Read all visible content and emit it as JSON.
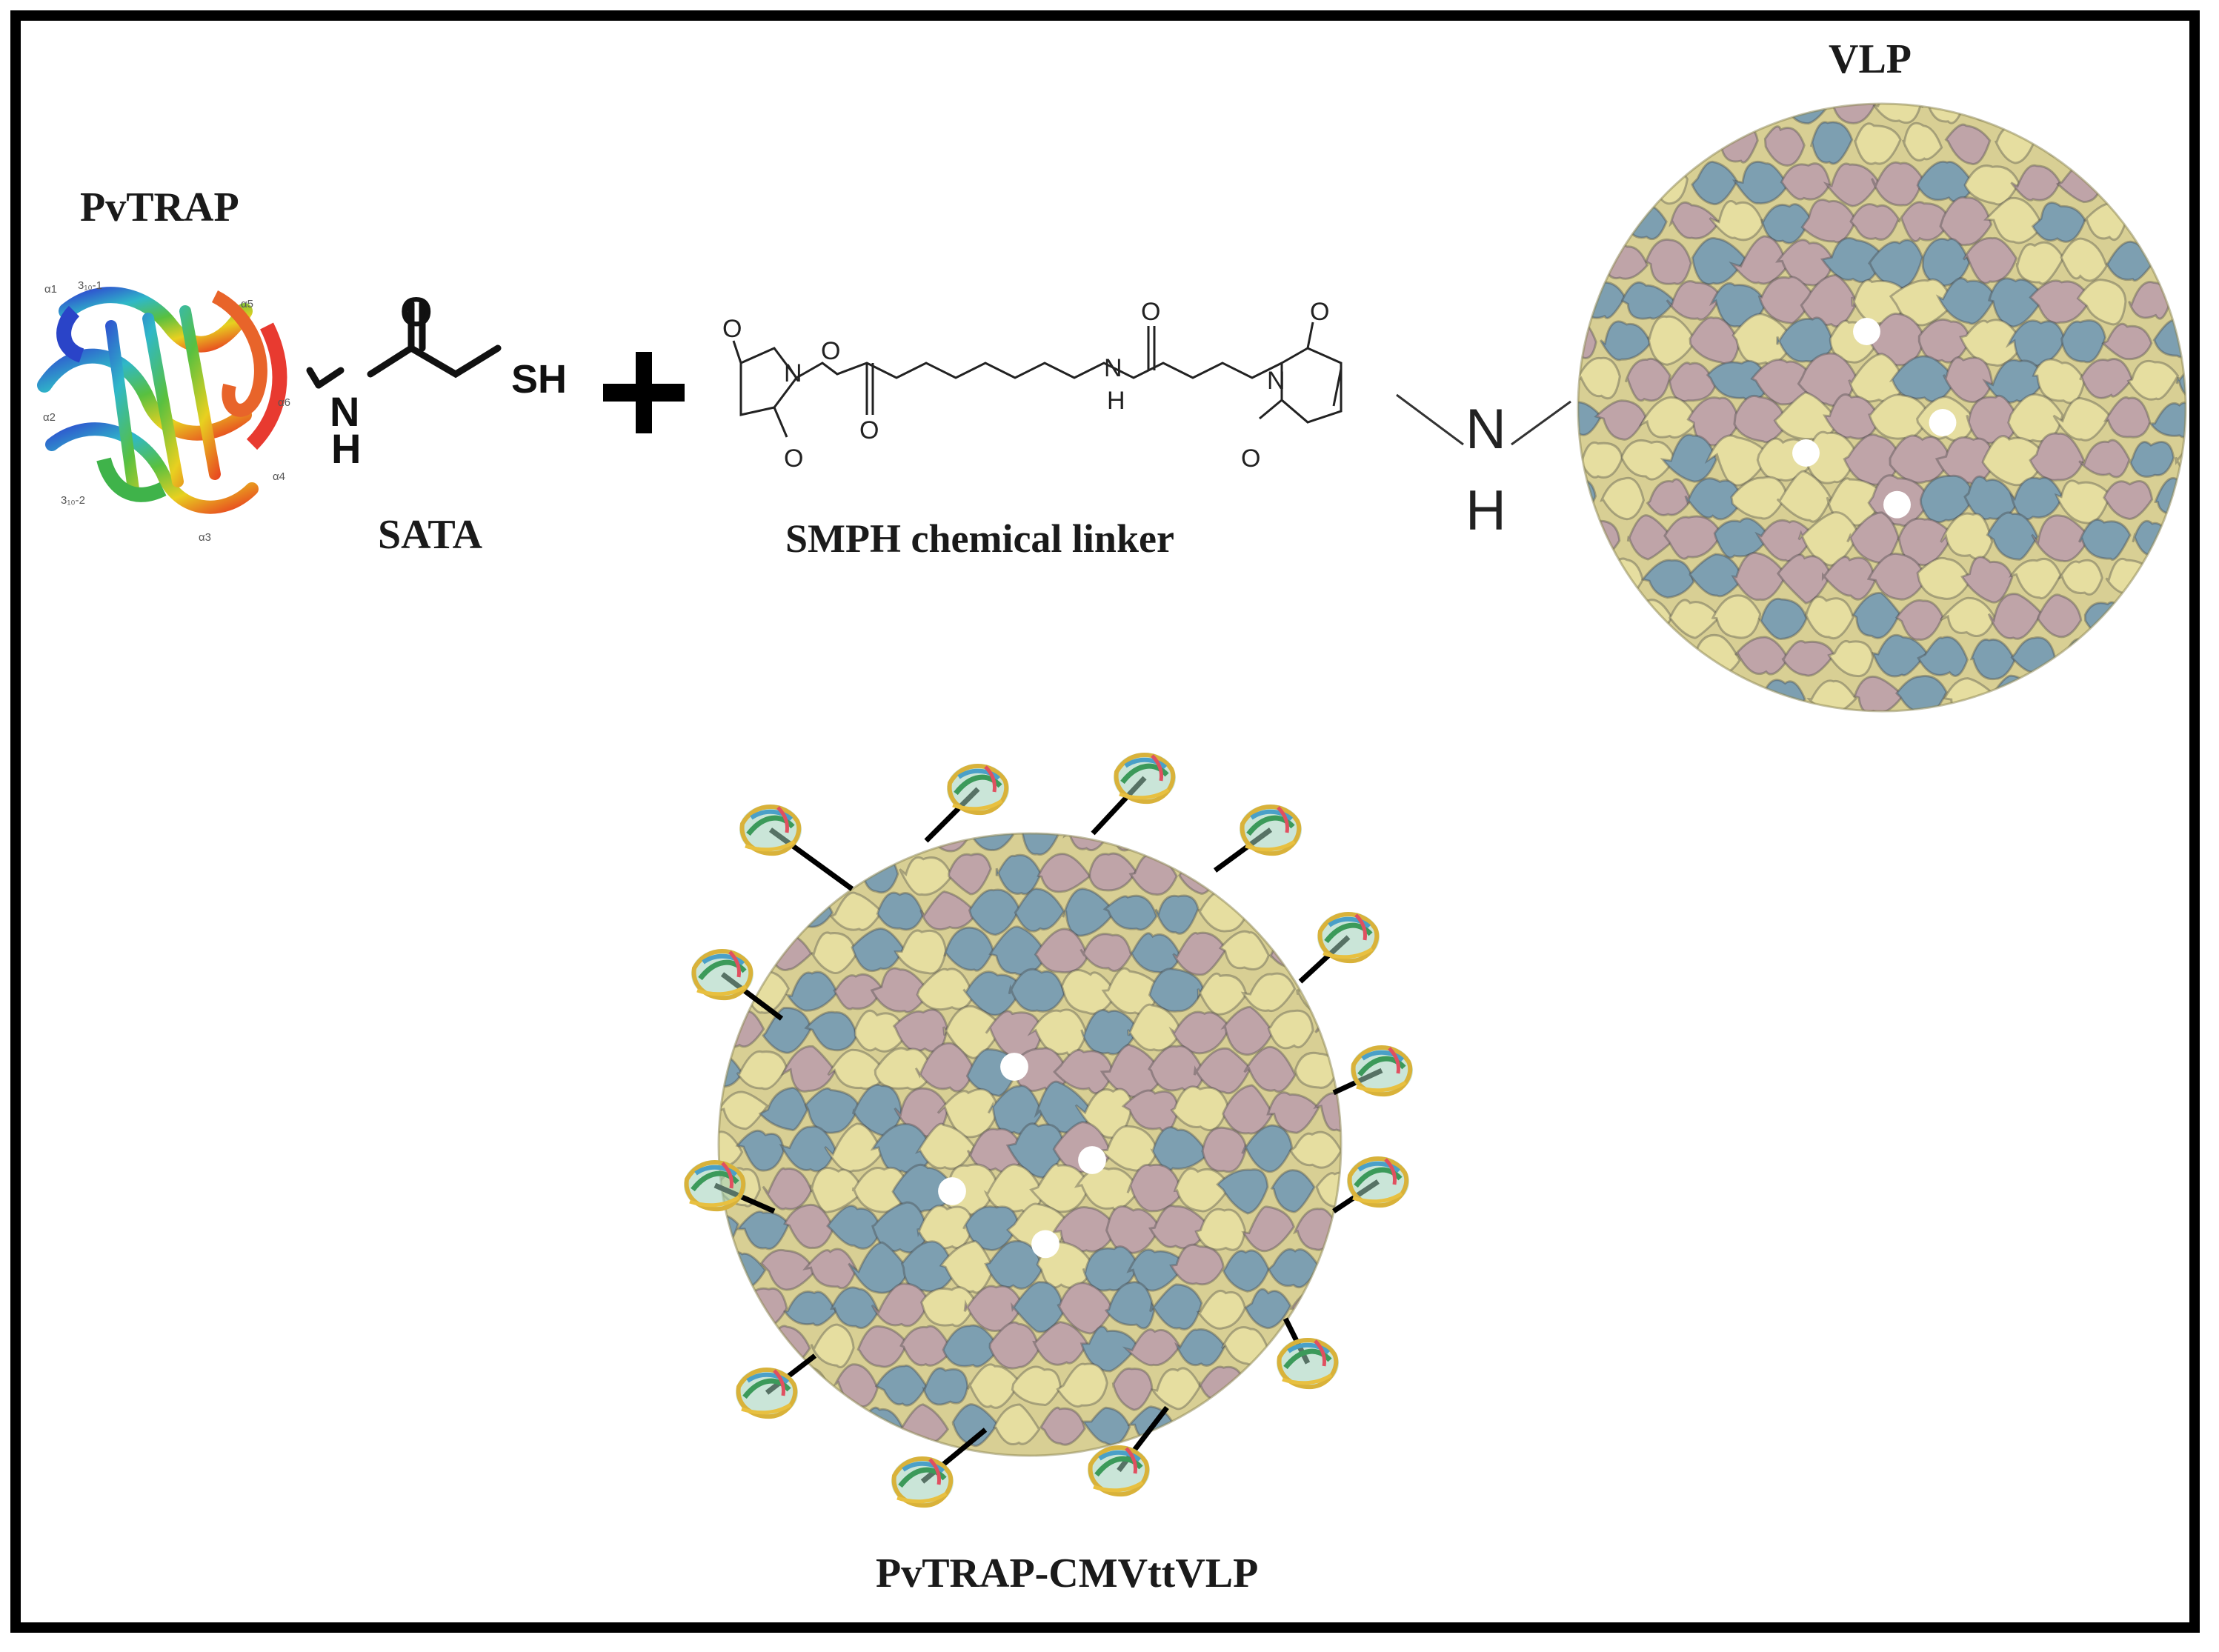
{
  "labels": {
    "pvtrap": "PvTRAP",
    "sata": "SATA",
    "smph": "SMPH chemical linker",
    "vlp": "VLP",
    "conjugate": "PvTRAP-CMVttVLP"
  },
  "sata_structure": {
    "sh": "SH",
    "n": "N",
    "h": "H",
    "o": "O"
  },
  "smph_structure": {
    "o": "O",
    "n": "N",
    "nh_n": "N",
    "nh_h": "H"
  },
  "amine_group": {
    "n": "N",
    "h": "H"
  },
  "protein_ss_labels": [
    "α1",
    "3₁₀-1",
    "α5",
    "α6",
    "α2",
    "α4",
    "3₁₀-2",
    "α3"
  ],
  "colors": {
    "vlp_blue": "#7d9fb1",
    "vlp_yellow": "#e6dea0",
    "vlp_pink": "#bfa4a8",
    "frame": "#000000"
  }
}
